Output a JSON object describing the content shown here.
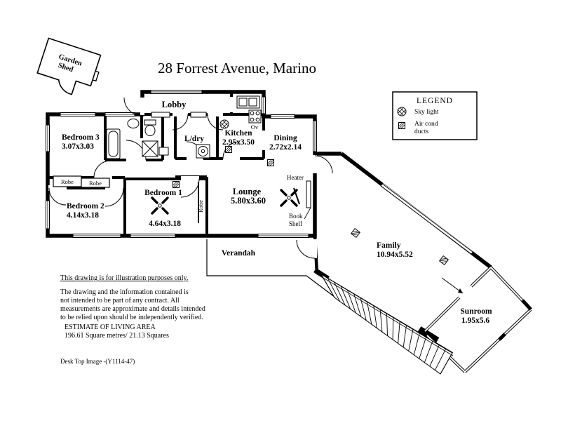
{
  "title": "28 Forrest Avenue,  Marino",
  "garden_shed": {
    "line1": "Garden",
    "line2": "Shed"
  },
  "legend": {
    "title": "LEGEND",
    "skylight": "Sky light",
    "aircond_line1": "Air cond",
    "aircond_line2": "ducts"
  },
  "rooms": {
    "lobby": {
      "name": "Lobby"
    },
    "ldry": {
      "name": "L/dry"
    },
    "kitchen": {
      "name": "Kitchen",
      "dims": "2.95x3.50"
    },
    "dining": {
      "name": "Dining",
      "dims": "2.72x2.14"
    },
    "bedroom3": {
      "name": "Bedroom 3",
      "dims": "3.07x3.03"
    },
    "bedroom2": {
      "name": "Bedroom 2",
      "dims": "4.14x3.18"
    },
    "bedroom1": {
      "name": "Bedroom 1",
      "dims": "4.64x3.18"
    },
    "lounge": {
      "name": "Lounge",
      "dims": "5.80x3.60"
    },
    "verandah": {
      "name": "Verandah"
    },
    "family": {
      "name": "Family",
      "dims": "10.94x5.52"
    },
    "sunroom": {
      "name": "Sunroom",
      "dims": "1.95x5.6"
    }
  },
  "labels": {
    "heater": "Heater",
    "bookshelf_line1": "Book",
    "bookshelf_line2": "Shelf",
    "oven": "Ov",
    "robe_a": "Robe",
    "robe_b": "Robe",
    "robe_vertical": "Robe"
  },
  "notes": {
    "disclaimer_title": "This drawing is for illustration purposes only.",
    "disclaimer_lines": [
      "The drawing and the information contained is",
      "not intended to be part of any contract.  All",
      "measurements are approximate and details intended",
      "to be relied upon should be independently verified."
    ],
    "estimate_title": "ESTIMATE OF LIVING AREA",
    "estimate_value": "196.61 Square metres/  21.13 Squares",
    "reference": "Desk Top Image -(Y1114-47)"
  },
  "colors": {
    "ink": "#000000",
    "paper": "#ffffff"
  }
}
